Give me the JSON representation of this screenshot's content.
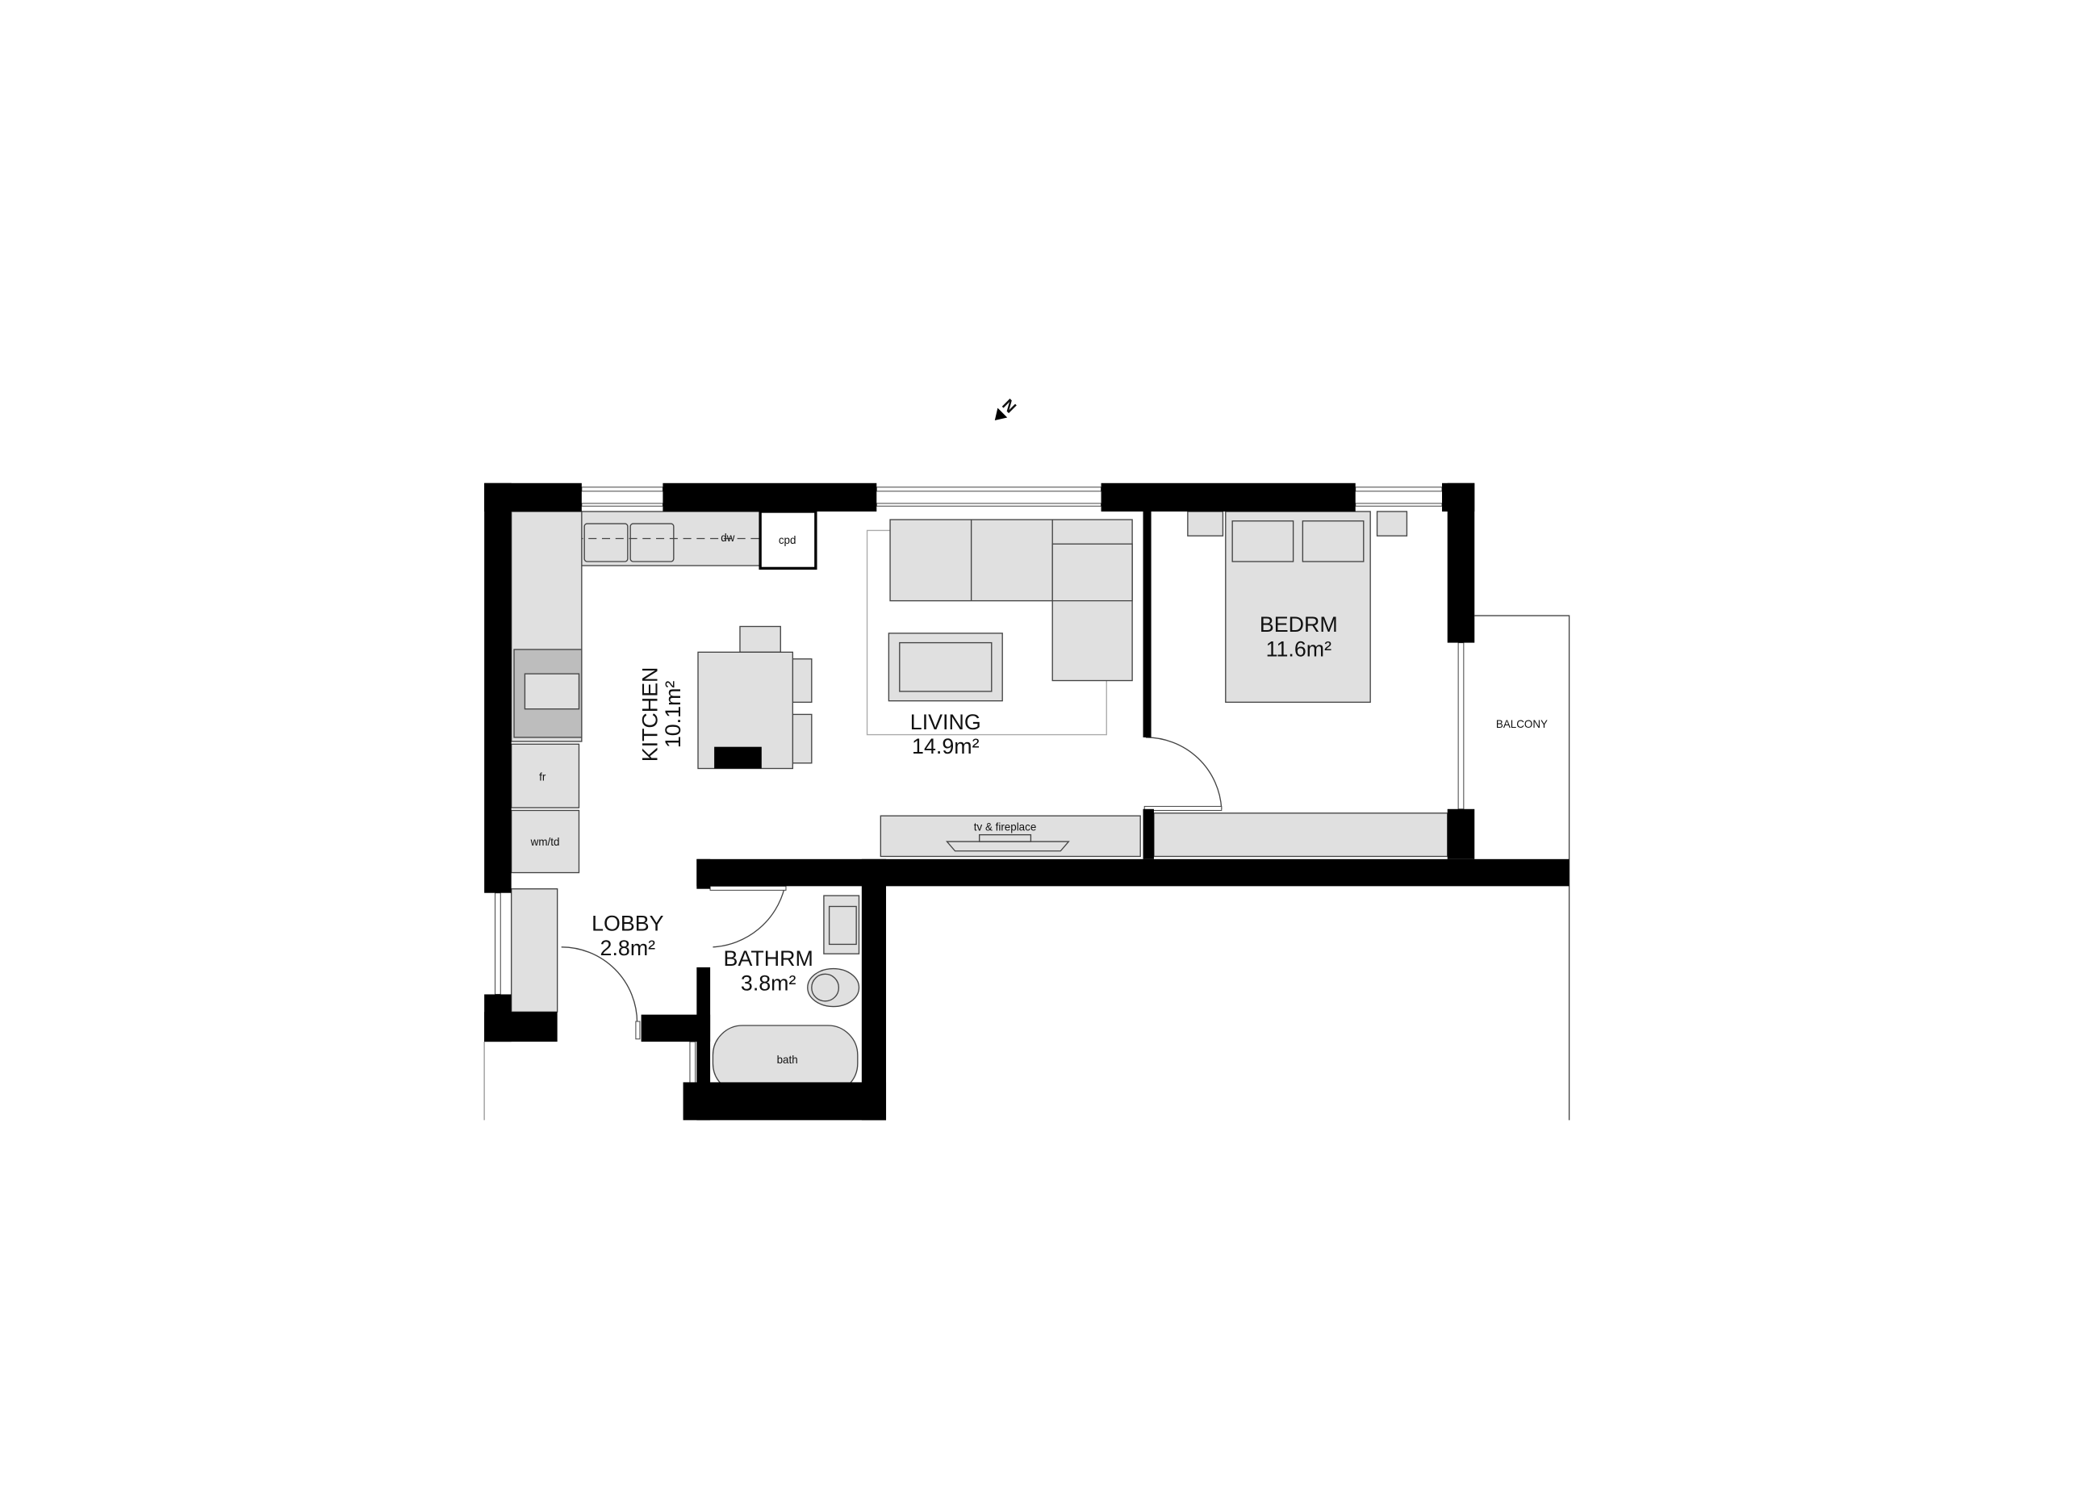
{
  "compass": {
    "label": "N"
  },
  "rooms": {
    "kitchen": {
      "name": "KITCHEN",
      "area": "10.1m²"
    },
    "living": {
      "name": "LIVING",
      "area": "14.9m²"
    },
    "bedroom": {
      "name": "BEDRM",
      "area": "11.6m²"
    },
    "lobby": {
      "name": "LOBBY",
      "area": "2.8m²"
    },
    "bathroom": {
      "name": "BATHRM",
      "area": "3.8m²"
    },
    "balcony": {
      "name": "BALCONY"
    }
  },
  "fixtures": {
    "dw": "dw",
    "cpd": "cpd",
    "fr": "fr",
    "wmtd": "wm/td",
    "tv": "tv & fireplace",
    "bath": "bath"
  }
}
